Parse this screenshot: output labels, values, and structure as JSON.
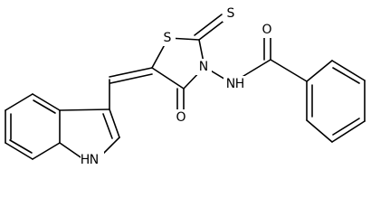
{
  "molecule": {
    "atoms": {
      "thiazolidine_s": "S",
      "thione_s": "S",
      "ring_n": "N",
      "amide_nh": "N",
      "amide_h": "H",
      "amide_o": "O",
      "ring_o": "O",
      "indole_nh": "N",
      "indole_h": "H"
    },
    "colors": {
      "bond": "#000000",
      "label": "#000000",
      "background": "#ffffff"
    }
  }
}
